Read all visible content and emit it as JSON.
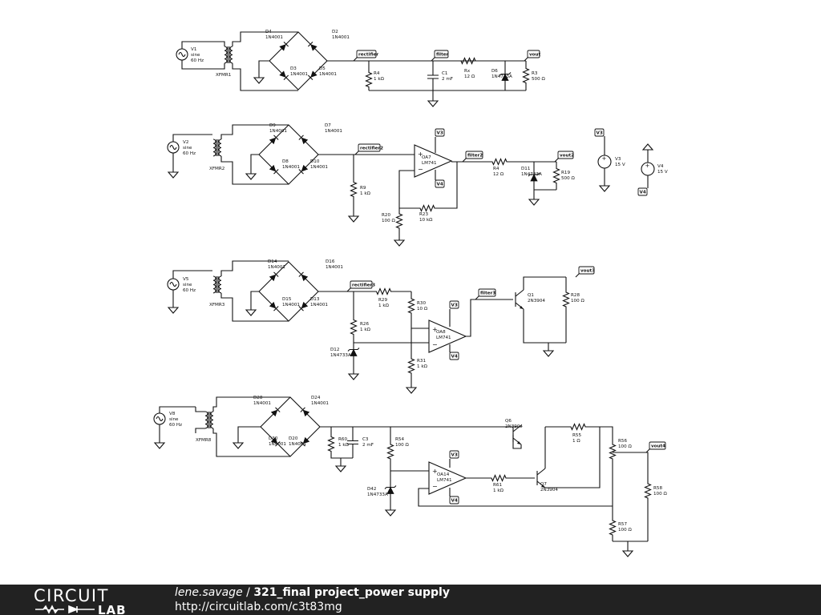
{
  "footer": {
    "logo_top": "CIRCUIT",
    "logo_bottom": "LAB",
    "username": "lene.savage",
    "separator": " / ",
    "project": "321_final project_power supply",
    "url": "http://circuitlab.com/c3t83mg"
  },
  "circuit1": {
    "source": {
      "name": "V1",
      "type": "sine",
      "freq": "60 Hz"
    },
    "transformer": "XFMR1",
    "diodes": [
      {
        "name": "D4",
        "part": "1N4001"
      },
      {
        "name": "D2",
        "part": "1N4001"
      },
      {
        "name": "D3",
        "part": "1N4001"
      },
      {
        "name": "D5",
        "part": "1N4001"
      }
    ],
    "nets": [
      "rectifier",
      "filter",
      "vout"
    ],
    "R4": {
      "name": "R4",
      "value": "1 kΩ"
    },
    "C1": {
      "name": "C1",
      "value": "2 mF"
    },
    "Rx": {
      "name": "Rx",
      "value": "12 Ω"
    },
    "D6": {
      "name": "D6",
      "part": "1N4733A"
    },
    "R3": {
      "name": "R3",
      "value": "500 Ω"
    }
  },
  "circuit2": {
    "source": {
      "name": "V2",
      "type": "sine",
      "freq": "60 Hz"
    },
    "transformer": "XFMR2",
    "diodes": [
      {
        "name": "D9",
        "part": "1N4001"
      },
      {
        "name": "D7",
        "part": "1N4001"
      },
      {
        "name": "D8",
        "part": "1N4001"
      },
      {
        "name": "D10",
        "part": "1N4001"
      }
    ],
    "nets": [
      "rectifier2",
      "filter2",
      "vout2"
    ],
    "opamp": {
      "name": "OA7",
      "part": "LM741"
    },
    "supply_pos": "V3",
    "supply_neg": "V4",
    "R9": {
      "name": "R9",
      "value": "1 kΩ"
    },
    "R20": {
      "name": "R20",
      "value": "100 Ω"
    },
    "R23": {
      "name": "R23",
      "value": "10 kΩ"
    },
    "R4": {
      "name": "R4",
      "value": "12 Ω"
    },
    "D11": {
      "name": "D11",
      "part": "1N4733A"
    },
    "R19": {
      "name": "R19",
      "value": "500 Ω"
    },
    "V3": {
      "name": "V3",
      "value": "15 V",
      "net": "V3"
    },
    "V4": {
      "name": "V4",
      "value": "15 V",
      "net": "V4"
    }
  },
  "circuit3": {
    "source": {
      "name": "V5",
      "type": "sine",
      "freq": "60 Hz"
    },
    "transformer": "XFMR3",
    "diodes": [
      {
        "name": "D14",
        "part": "1N4001"
      },
      {
        "name": "D16",
        "part": "1N4001"
      },
      {
        "name": "D15",
        "part": "1N4001"
      },
      {
        "name": "D13",
        "part": "1N4001"
      }
    ],
    "nets": [
      "rectifier3",
      "filter3",
      "vout3"
    ],
    "opamp": {
      "name": "OA8",
      "part": "LM741"
    },
    "supply_pos": "V3",
    "supply_neg": "V4",
    "R29": {
      "name": "R29",
      "value": "1 kΩ"
    },
    "R30": {
      "name": "R30",
      "value": "10 Ω"
    },
    "R26": {
      "name": "R26",
      "value": "1 kΩ"
    },
    "D12": {
      "name": "D12",
      "part": "1N4733A"
    },
    "R31": {
      "name": "R31",
      "value": "1 kΩ"
    },
    "Q1": {
      "name": "Q1",
      "part": "2N3904"
    },
    "R28": {
      "name": "R28",
      "value": "100 Ω"
    }
  },
  "circuit4": {
    "source": {
      "name": "V8",
      "type": "sine",
      "freq": "60 Hz"
    },
    "transformer": "XFMR8",
    "diodes": [
      {
        "name": "D28",
        "part": "1N4001"
      },
      {
        "name": "D24",
        "part": "1N4001"
      },
      {
        "name": "D30",
        "part": "1N4001"
      },
      {
        "name": "D20",
        "part": "1N4001"
      }
    ],
    "nets": [
      "vout4"
    ],
    "opamp": {
      "name": "OA14",
      "part": "LM741"
    },
    "supply_pos": "V3",
    "supply_neg": "V4",
    "R60": {
      "name": "R60",
      "value": "1 kΩ"
    },
    "C3": {
      "name": "C3",
      "value": "2 mF"
    },
    "R54": {
      "name": "R54",
      "value": "100 Ω"
    },
    "D42": {
      "name": "D42",
      "part": "1N4733A"
    },
    "R61": {
      "name": "R61",
      "value": "1 kΩ"
    },
    "Q6": {
      "name": "Q6",
      "part": "2N3904"
    },
    "Q7": {
      "name": "Q7",
      "part": "2N3904"
    },
    "R55": {
      "name": "R55",
      "value": "1 Ω"
    },
    "R56": {
      "name": "R56",
      "value": "100 Ω"
    },
    "R57": {
      "name": "R57",
      "value": "100 Ω"
    },
    "R58": {
      "name": "R58",
      "value": "100 Ω"
    }
  }
}
